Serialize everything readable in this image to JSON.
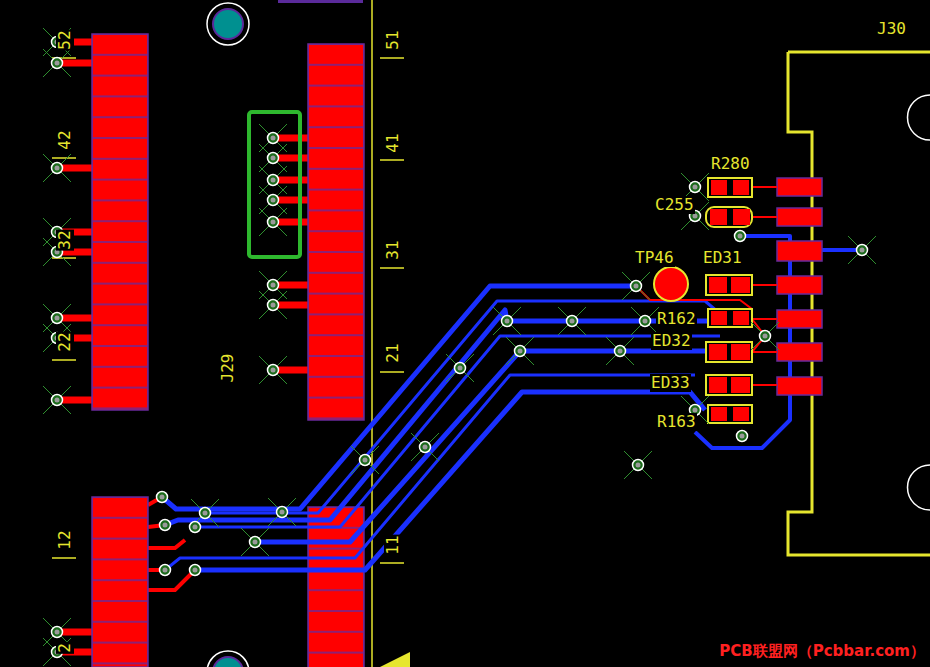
{
  "diagram": {
    "labels": [
      "J30",
      "R280",
      "C255",
      "TP46",
      "ED31",
      "R162",
      "ED32",
      "ED33",
      "R163",
      "J29",
      "52",
      "42",
      "32",
      "22",
      "12",
      "2",
      "51",
      "41",
      "31",
      "21",
      "11",
      "PCB联盟网（Pcbbar.com）"
    ]
  }
}
